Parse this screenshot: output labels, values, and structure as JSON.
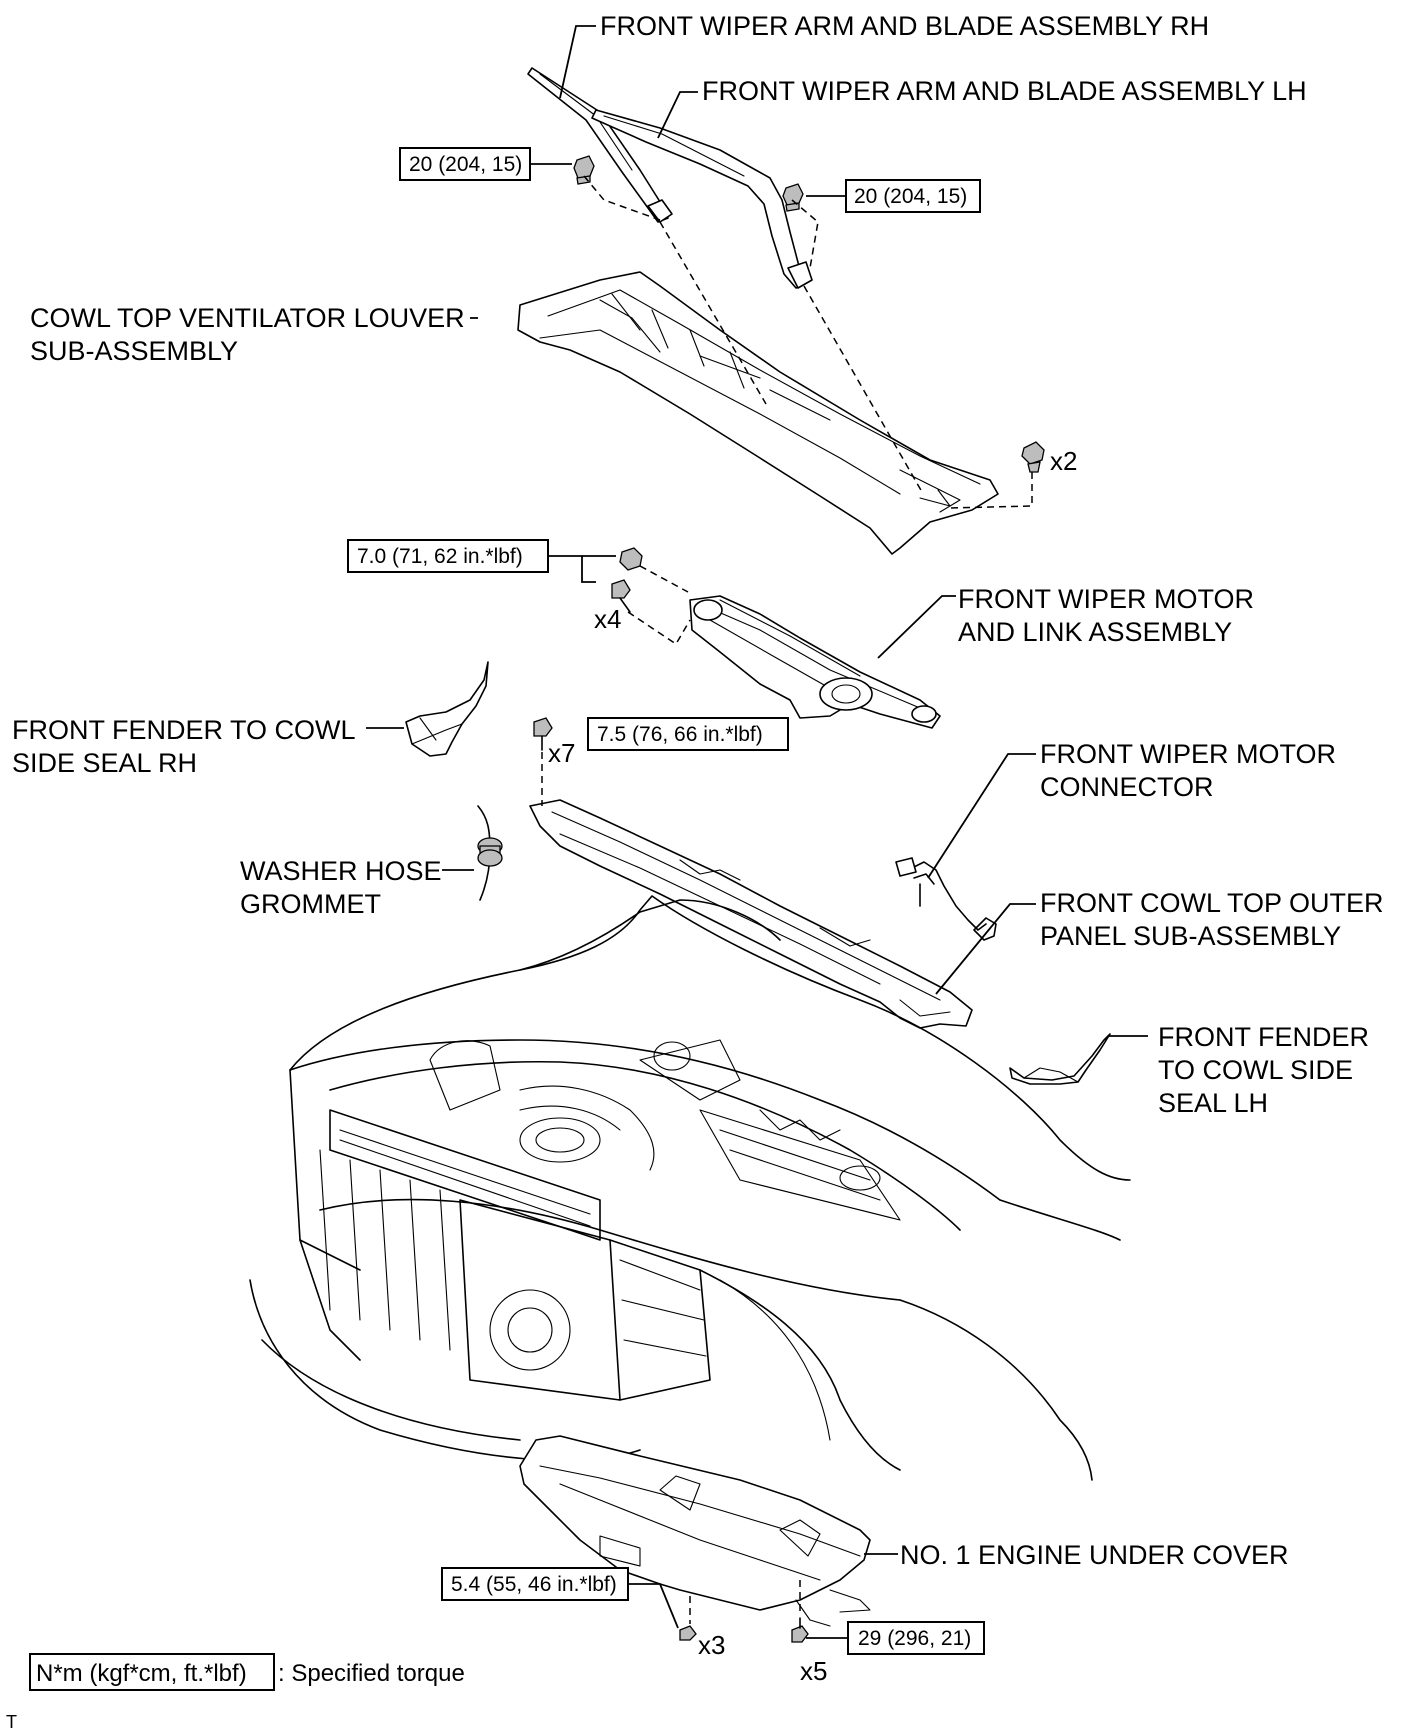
{
  "labels": {
    "wiper_rh": "FRONT WIPER ARM AND BLADE ASSEMBLY RH",
    "wiper_lh": "FRONT WIPER ARM AND BLADE ASSEMBLY LH",
    "louver_l1": "COWL TOP VENTILATOR LOUVER",
    "louver_l2": "SUB-ASSEMBLY",
    "motor_l1": "FRONT WIPER MOTOR",
    "motor_l2": "AND LINK ASSEMBLY",
    "seal_rh_l1": "FRONT FENDER TO COWL",
    "seal_rh_l2": "SIDE SEAL RH",
    "connector_l1": "FRONT WIPER MOTOR",
    "connector_l2": "CONNECTOR",
    "grommet_l1": "WASHER HOSE",
    "grommet_l2": "GROMMET",
    "outer_panel_l1": "FRONT COWL TOP OUTER",
    "outer_panel_l2": "PANEL SUB-ASSEMBLY",
    "seal_lh_l1": "FRONT FENDER",
    "seal_lh_l2": "TO COWL SIDE",
    "seal_lh_l3": "SEAL LH",
    "under_cover": "NO. 1 ENGINE UNDER COVER"
  },
  "torques": {
    "wiper_rh_nut": "20 (204, 15)",
    "wiper_lh_nut": "20 (204, 15)",
    "motor_bolts": "7.0 (71, 62 in.*lbf)",
    "outer_panel_bolts": "7.5 (76, 66 in.*lbf)",
    "under_cover_small": "5.4 (55, 46 in.*lbf)",
    "under_cover_large": "29 (296, 21)"
  },
  "quantities": {
    "louver_clips": "x2",
    "motor_bolts": "x4",
    "outer_panel_bolts": "x7",
    "under_cover_small": "x3",
    "under_cover_large": "x5"
  },
  "legend": {
    "unit": "N*m (kgf*cm, ft.*lbf)",
    "meaning": ": Specified torque"
  },
  "corner_mark": "T"
}
